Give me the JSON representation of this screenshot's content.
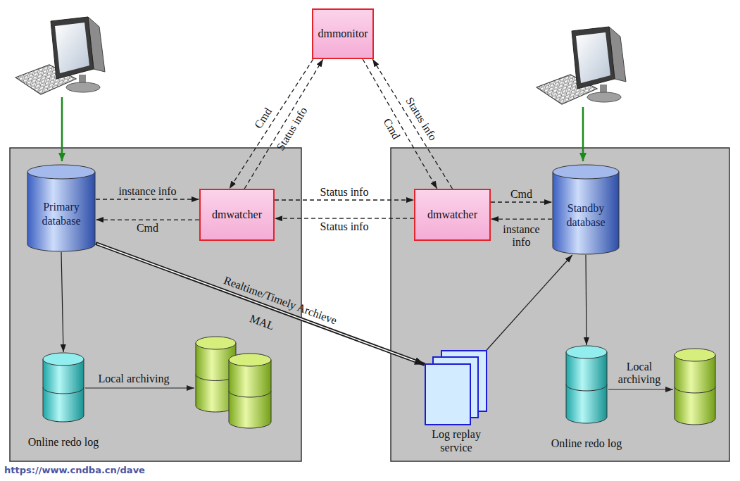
{
  "diagram": {
    "nodes": [
      {
        "text": [
          "dmmonitor"
        ]
      },
      {
        "text": [
          "Primary database"
        ]
      },
      {
        "text": [
          "dmwatcher"
        ]
      },
      {
        "text": [
          "dmwatcher"
        ]
      },
      {
        "text": [
          "Standby database"
        ]
      },
      {
        "text": [
          "Online redo log"
        ]
      },
      {
        "text": [
          "Log replay service"
        ]
      },
      {
        "text": [
          "Online redo log"
        ]
      }
    ],
    "edges": [
      {
        "from": 1,
        "to": 2,
        "label": "instance info",
        "arrow": "to"
      },
      {
        "from": 2,
        "to": 1,
        "label": "Cmd",
        "arrow": "to"
      },
      {
        "from": 2,
        "to": 3,
        "label": "Status info",
        "arrow": "to"
      },
      {
        "from": 3,
        "to": 2,
        "label": "Status info",
        "arrow": "to"
      },
      {
        "from": 3,
        "to": 4,
        "label": "Cmd",
        "arrow": "to"
      },
      {
        "from": 4,
        "to": 3,
        "label": "instance info",
        "arrow": "to"
      },
      {
        "from": 0,
        "to": 2,
        "label": "Cmd",
        "arrow": "to"
      },
      {
        "from": 2,
        "to": 0,
        "label": "Status info",
        "arrow": "to"
      },
      {
        "from": 0,
        "to": 3,
        "label": "Cmd",
        "arrow": "to"
      },
      {
        "from": 3,
        "to": 0,
        "label": "Status info",
        "arrow": "to"
      },
      {
        "from": 1,
        "to": 6,
        "label": "Realtime/Timely Archieve",
        "arrow": "to"
      },
      {
        "from": 6,
        "to": 4,
        "arrow": "to"
      },
      {
        "from": 1,
        "to": 5,
        "arrow": "to"
      },
      {
        "from": 4,
        "to": 7,
        "arrow": "to"
      }
    ],
    "labels": [
      "Local archiving",
      "MAL",
      "Local archiving",
      "https://www.cndba.cn/dave"
    ]
  }
}
